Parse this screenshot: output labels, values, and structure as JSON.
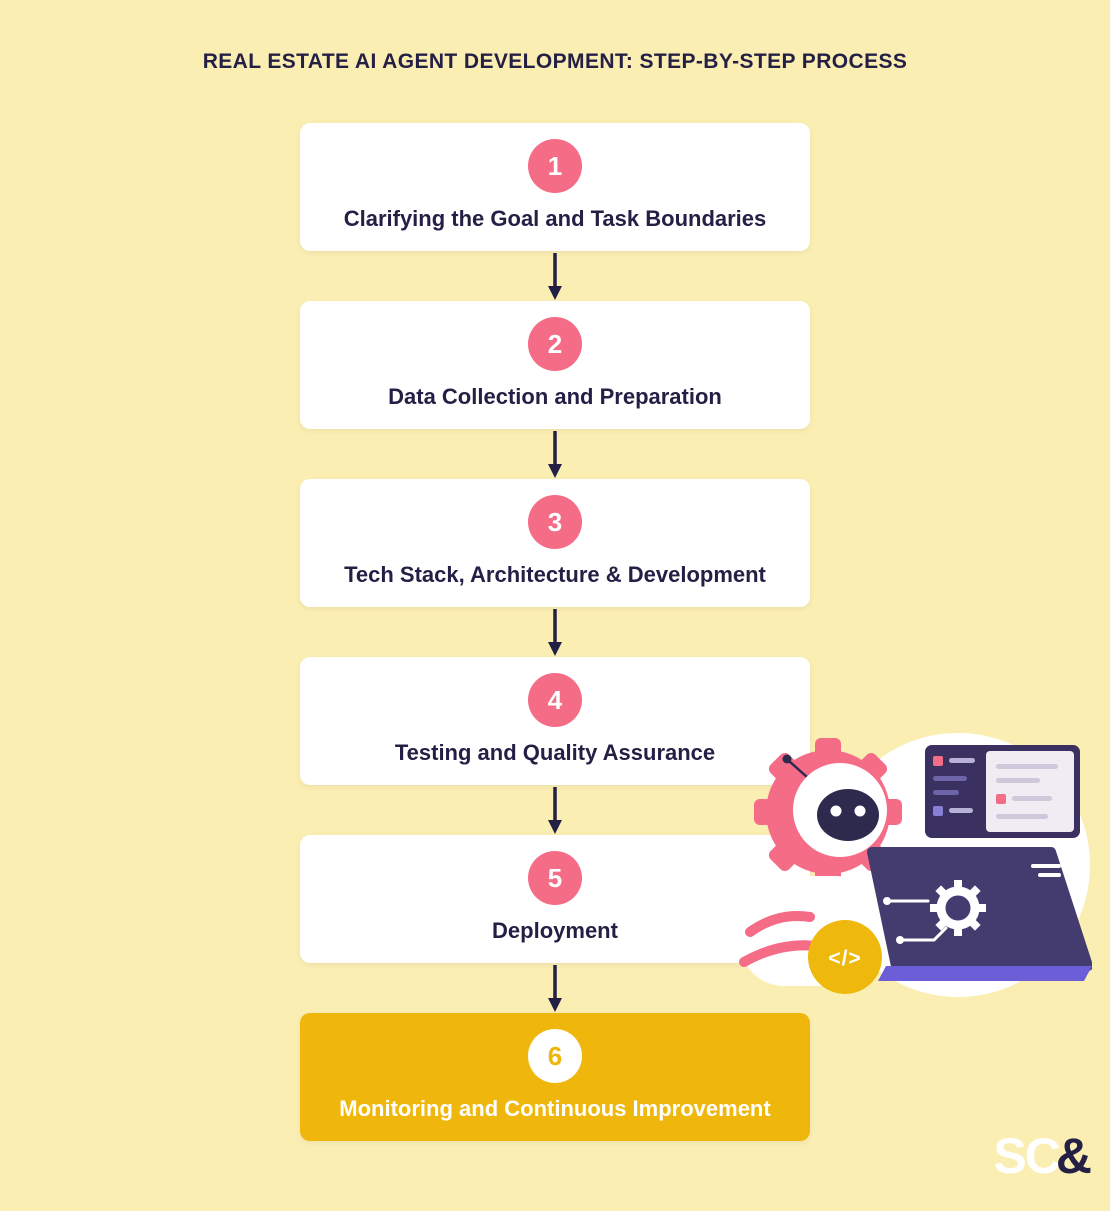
{
  "title": "REAL ESTATE AI AGENT DEVELOPMENT: STEP-BY-STEP PROCESS",
  "steps": [
    {
      "number": "1",
      "label": "Clarifying the Goal and Task Boundaries",
      "highlight": false
    },
    {
      "number": "2",
      "label": "Data Collection and Preparation",
      "highlight": false
    },
    {
      "number": "3",
      "label": "Tech Stack, Architecture & Development",
      "highlight": false
    },
    {
      "number": "4",
      "label": "Testing and Quality Assurance",
      "highlight": false
    },
    {
      "number": "5",
      "label": "Deployment",
      "highlight": false
    },
    {
      "number": "6",
      "label": "Monitoring and Continuous Improvement",
      "highlight": true
    }
  ],
  "illustration": {
    "code_icon_label": "</>"
  },
  "logo": {
    "sc": "SC",
    "ampersand": "&"
  },
  "colors": {
    "background": "#FBEEB3",
    "card": "#FFFFFF",
    "badge_pink": "#F56C87",
    "text_dark": "#241F45",
    "highlight_card": "#EFB70B",
    "laptop_purple": "#443C6E",
    "laptop_base_purple": "#6C5ED6",
    "code_window_purple": "#3A3160"
  }
}
